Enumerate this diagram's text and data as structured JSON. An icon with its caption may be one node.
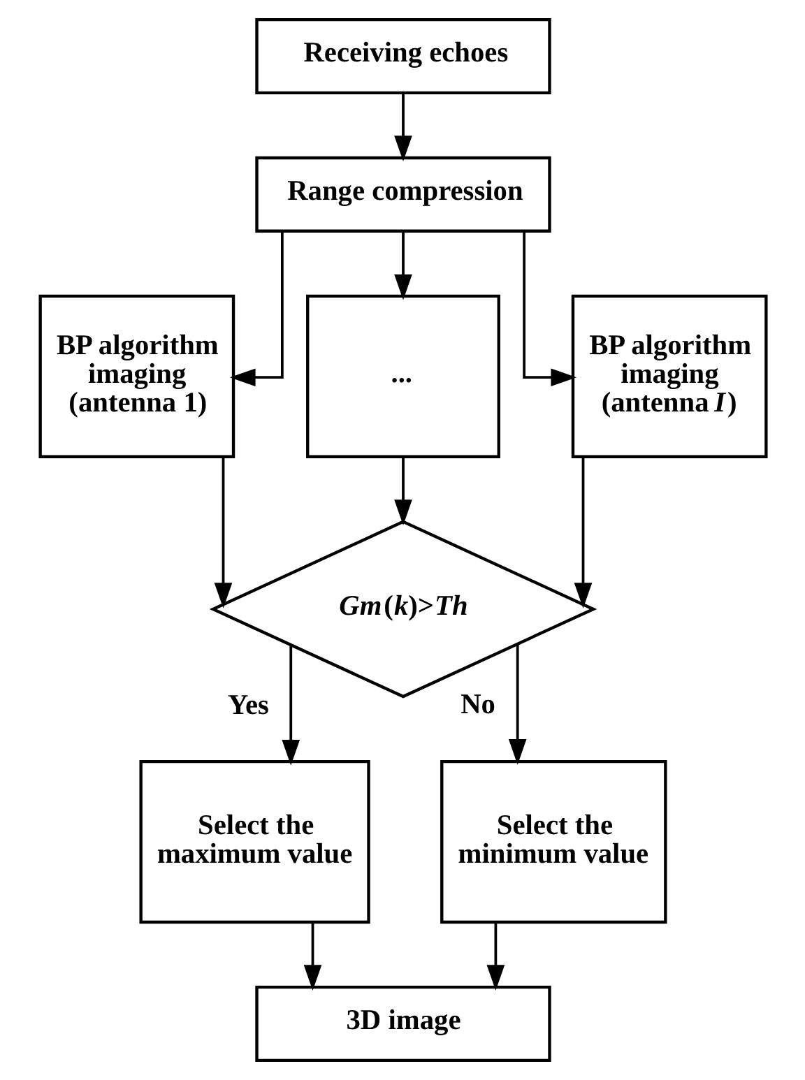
{
  "diagram": {
    "nodes": [
      {
        "text": [
          "Receiving echoes"
        ]
      },
      {
        "text": [
          "Range compression"
        ]
      },
      {
        "text": [
          "BP algorithm imaging (antenna 1)"
        ]
      },
      {
        "text": [
          "..."
        ]
      },
      {
        "text": [
          "BP algorithm imaging (antenna *I*)"
        ]
      },
      {
        "text": [
          "*Gm*(*k*)>*Th*"
        ]
      },
      {
        "text": [
          "Select the maximum value"
        ]
      },
      {
        "text": [
          "Select the minimum value"
        ]
      },
      {
        "text": [
          "3D image"
        ]
      }
    ],
    "edges": [
      {
        "from": 0,
        "to": 1,
        "arrow": "to"
      },
      {
        "from": 1,
        "to": 2,
        "arrow": "to"
      },
      {
        "from": 1,
        "to": 3,
        "arrow": "to"
      },
      {
        "from": 1,
        "to": 4,
        "arrow": "to"
      },
      {
        "from": 2,
        "to": 5,
        "arrow": "to"
      },
      {
        "from": 3,
        "to": 5,
        "arrow": "to"
      },
      {
        "from": 4,
        "to": 5,
        "arrow": "to"
      },
      {
        "from": 5,
        "to": 6,
        "arrow": "to",
        "label": "Yes"
      },
      {
        "from": 5,
        "to": 7,
        "arrow": "to",
        "label": "No"
      },
      {
        "from": 6,
        "to": 8,
        "arrow": "to"
      },
      {
        "from": 7,
        "to": 8,
        "arrow": "to"
      }
    ]
  }
}
